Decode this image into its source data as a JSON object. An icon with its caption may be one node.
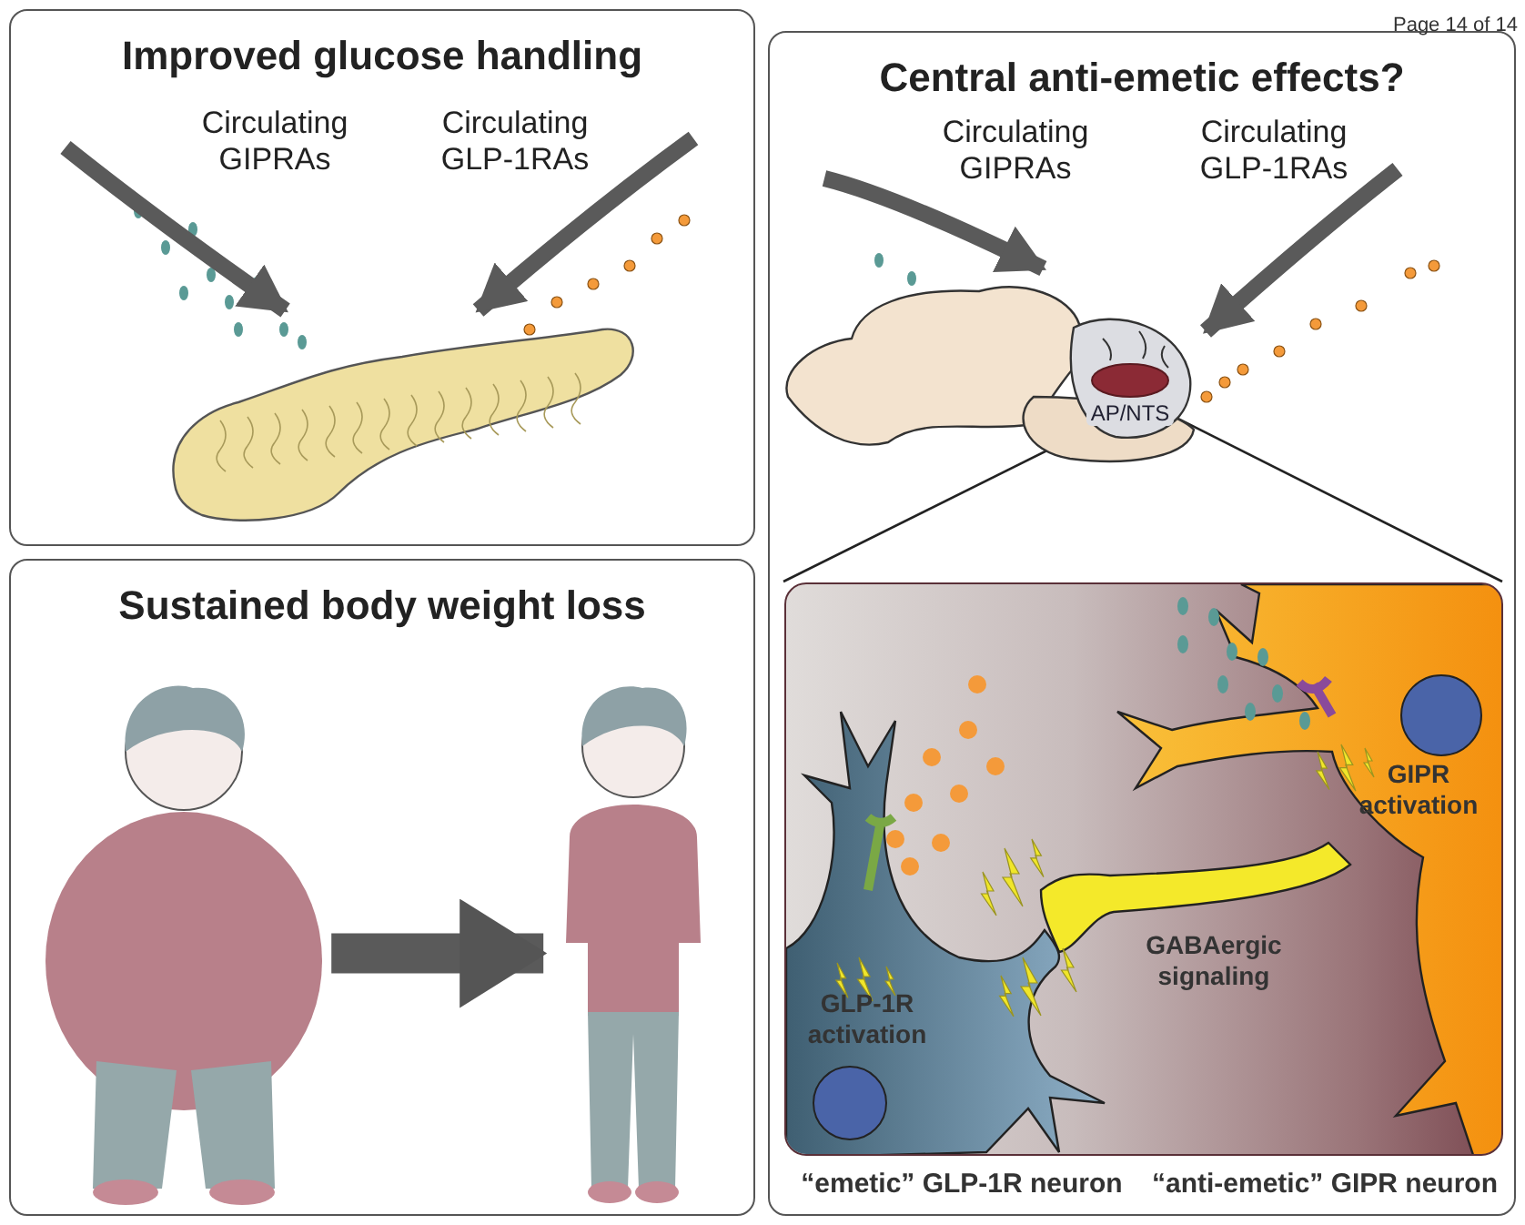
{
  "diagram": {
    "nodes": [
      {
        "text": [
          "Improved glucose handling"
        ]
      },
      {
        "text": [],
        "shape": "picture",
        "in": 0
      },
      {
        "text": [
          "Central anti-emetic effects?"
        ]
      },
      {
        "text": [],
        "shape": "picture",
        "in": 2
      },
      {
        "text": [
          "AP/NTS"
        ],
        "in": 2
      },
      {
        "text": [],
        "shape": "box",
        "in": 2,
        "beside": [
          "“emetic” GLP-1R neuron",
          "“anti-emetic” GIPR neuron"
        ]
      },
      {
        "text": [
          "Sustained body weight loss"
        ]
      },
      {
        "text": [],
        "shape": "person",
        "in": 6
      },
      {
        "text": [],
        "shape": "person",
        "in": 6
      }
    ],
    "edges": [
      {
        "from": null,
        "to": 1,
        "arrow": "to",
        "label": "Circulating GIPRAs"
      },
      {
        "from": null,
        "to": 1,
        "arrow": "to",
        "label": "Circulating GLP-1RAs"
      },
      {
        "from": null,
        "to": 3,
        "arrow": "to",
        "label": "Circulating GIPRAs"
      },
      {
        "from": null,
        "to": 3,
        "arrow": "to",
        "label": "Circulating GLP-1RAs"
      },
      {
        "from": 4,
        "to": 5,
        "arrow": "none"
      },
      {
        "from": 4,
        "to": 5,
        "arrow": "none"
      },
      {
        "from": 7,
        "to": 8,
        "arrow": "to",
        "style": "thick"
      }
    ],
    "labels": [
      "Page 14 of 14",
      "GLP-1R activation",
      "GABAergic signaling",
      "GIPR activation"
    ]
  }
}
